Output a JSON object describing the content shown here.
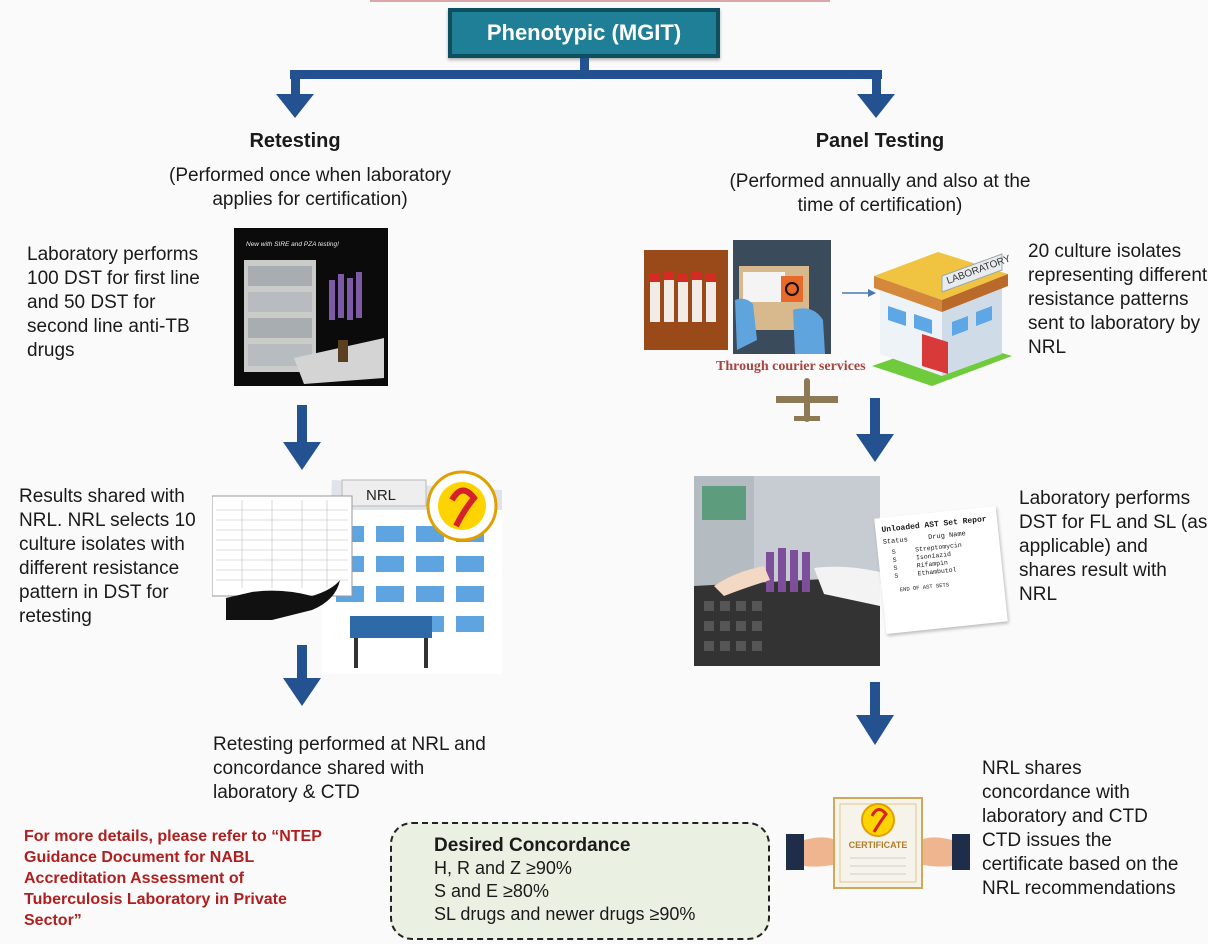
{
  "header": {
    "title": "Phenotypic (MGIT)"
  },
  "retesting": {
    "title": "Retesting",
    "subtitle": "(Performed once when laboratory applies for certification)",
    "step1": "Laboratory performs 100 DST for first line and 50 DST for second line anti-TB drugs",
    "step2": "Results shared with NRL. NRL selects 10 culture isolates with different resistance pattern in DST for retesting",
    "step3": "Retesting performed at NRL and concordance shared with laboratory & CTD",
    "image1_caption": "New with SIRE and PZA testing!",
    "image2_label": "NRL"
  },
  "panel": {
    "title": "Panel Testing",
    "subtitle": "(Performed annually and also at the time of certification)",
    "step1": "20 culture isolates representing different resistance patterns sent to laboratory by NRL",
    "courier": "Through courier services",
    "lab_sign": "LABORATORY",
    "step2": "Laboratory performs DST for FL and SL (as applicable) and shares result with NRL",
    "report": {
      "title": "Unloaded AST Set Repor",
      "col1": "Status",
      "col2": "Drug Name",
      "rows": [
        {
          "status": "S",
          "drug": "Streptomycin"
        },
        {
          "status": "S",
          "drug": "Isoniazid"
        },
        {
          "status": "S",
          "drug": "Rifampin"
        },
        {
          "status": "S",
          "drug": "Ethambutol"
        }
      ],
      "footer": "END OF AST SETS"
    },
    "step3": "NRL shares concordance with laboratory and CTD CTD issues the certificate based on the NRL recommendations",
    "certificate_label": "CERTIFICATE"
  },
  "note": {
    "text": "For more details, please refer to “NTEP Guidance Document for NABL Accreditation Assessment of Tuberculosis Laboratory in Private Sector”"
  },
  "concordance": {
    "title": "Desired Concordance",
    "items": [
      "H, R and Z ≥90%",
      "S and E ≥80%",
      "SL drugs and newer drugs ≥90%"
    ]
  },
  "colors": {
    "header_fill": "#1f7f97",
    "arrow": "#24518f",
    "note_red": "#b01f1f",
    "concordance_fill": "#eaf0e2"
  }
}
